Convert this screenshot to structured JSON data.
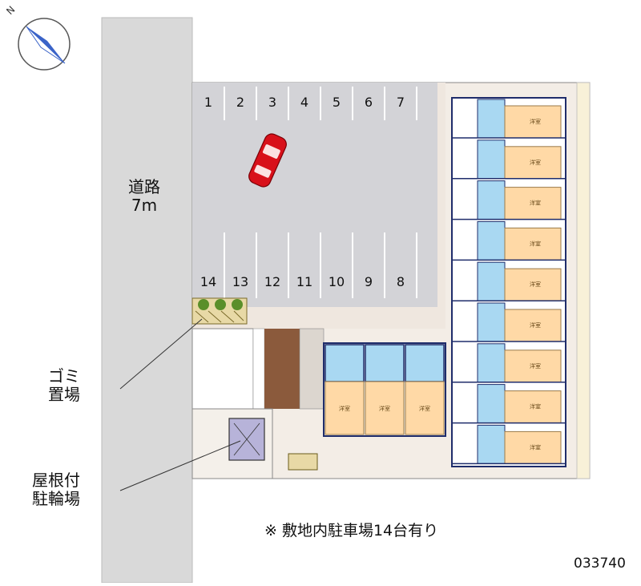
{
  "road": {
    "name": "道路",
    "width": "7m"
  },
  "callouts": {
    "garbage": {
      "line1": "ゴミ",
      "line2": "置場"
    },
    "bicycle": {
      "line1": "屋根付",
      "line2": "駐輪場"
    }
  },
  "stalls_top": [
    "1",
    "2",
    "3",
    "4",
    "5",
    "6",
    "7"
  ],
  "stalls_bottom": [
    "14",
    "13",
    "12",
    "11",
    "10",
    "9",
    "8"
  ],
  "note": "※ 敷地内駐車場14台有り",
  "reference_no": "033740",
  "compass": {
    "letter": "N"
  },
  "room_label": "洋室",
  "colors": {
    "road": "#d9d9d9",
    "parking": "#d4d4d8",
    "yard": "#f2ece6",
    "room_floor": "#ffd9a6",
    "bath_blue": "#a9d8f2",
    "unit_outline": "#1f2d6b",
    "car": "#d8101a",
    "greenery": "#5a8f2a",
    "brick": "#8b5a3c"
  }
}
